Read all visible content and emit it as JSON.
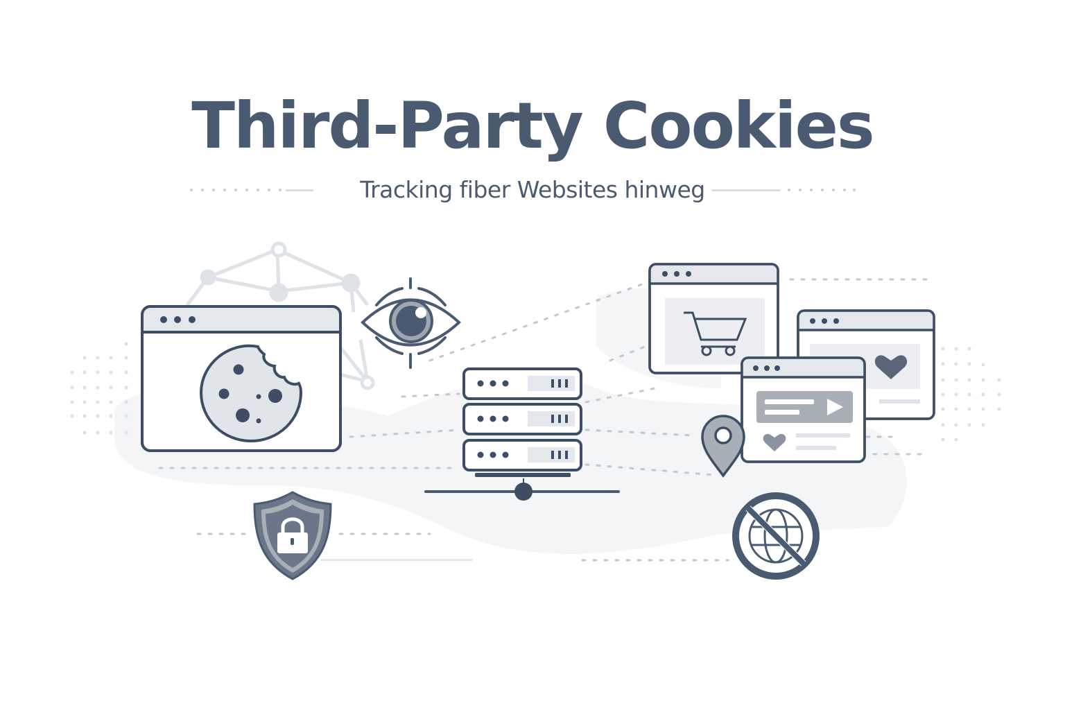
{
  "header": {
    "title": "Third-Party Cookies",
    "subtitle": "Tracking fiber Websites hinweg"
  },
  "illustration": {
    "elements": [
      {
        "name": "browser-window-with-cookie",
        "icon": "cookie-icon"
      },
      {
        "name": "tracking-eye",
        "icon": "eye-icon"
      },
      {
        "name": "network-graph",
        "icon": "network-icon"
      },
      {
        "name": "server-stack",
        "icon": "server-icon",
        "units": 3
      },
      {
        "name": "shopping-site-window",
        "icon": "shopping-cart-icon"
      },
      {
        "name": "favorites-site-window",
        "icon": "heart-icon"
      },
      {
        "name": "video-ad-site-window",
        "icon": "play-icon"
      },
      {
        "name": "location-pin",
        "icon": "map-pin-icon"
      },
      {
        "name": "security-shield",
        "icon": "shield-lock-icon"
      },
      {
        "name": "blocked-web",
        "icon": "globe-blocked-icon"
      }
    ]
  },
  "colors": {
    "primary": "#4a5a70",
    "stroke": "#3d4d63",
    "light_fill": "#e4e7eb",
    "mid_fill": "#a9afb7",
    "background": "#ffffff",
    "decor": "#d5d9de"
  }
}
